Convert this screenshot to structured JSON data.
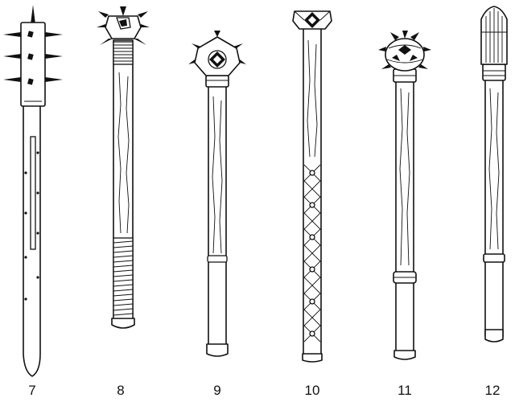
{
  "figure": {
    "ink_color": "#111111",
    "background": "#ffffff",
    "items": [
      {
        "number": "7",
        "kind": "spiked-club-illustration"
      },
      {
        "number": "8",
        "kind": "spiked-mace-illustration"
      },
      {
        "number": "9",
        "kind": "knobbed-mace-illustration"
      },
      {
        "number": "10",
        "kind": "faceted-mace-illustration"
      },
      {
        "number": "11",
        "kind": "spiked-ball-mace-illustration"
      },
      {
        "number": "12",
        "kind": "flanged-mace-illustration"
      }
    ]
  }
}
